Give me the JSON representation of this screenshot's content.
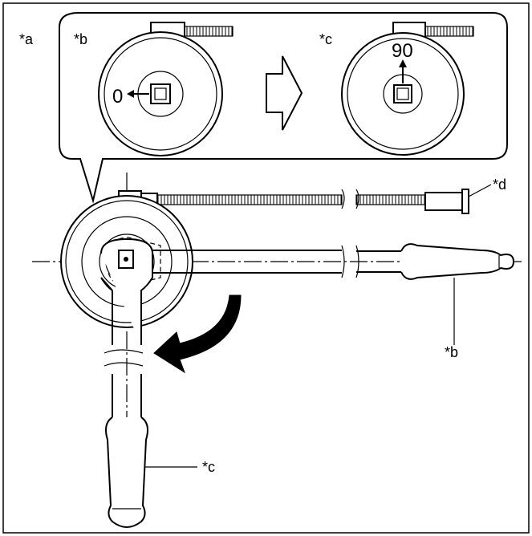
{
  "labels": {
    "a": "*a",
    "b": "*b",
    "c": "*c",
    "d": "*d"
  },
  "dial": {
    "start_mark": "0",
    "end_mark": "90"
  }
}
